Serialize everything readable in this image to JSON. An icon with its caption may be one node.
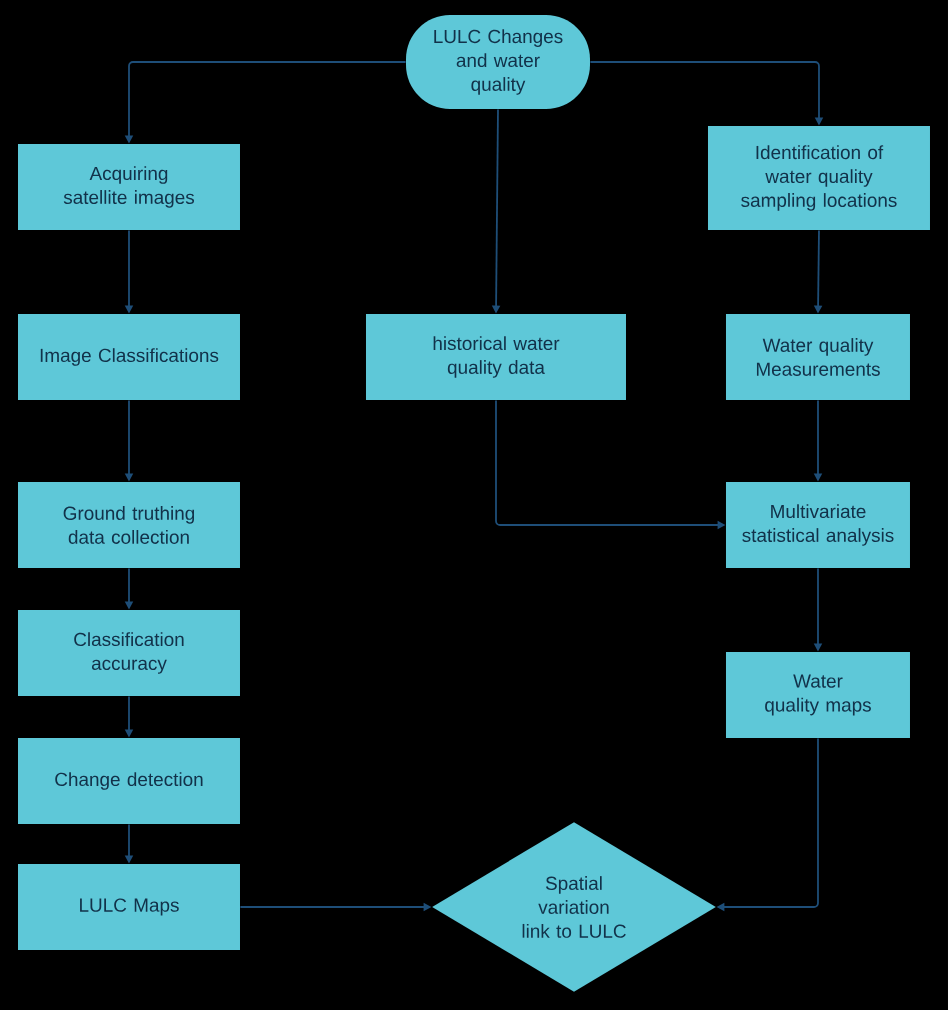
{
  "diagram": {
    "nodes": [
      {
        "text": [
          "LULC Changes and water quality"
        ]
      },
      {
        "text": [
          "Acquiring satellite images"
        ]
      },
      {
        "text": [
          "Image Classifications"
        ]
      },
      {
        "text": [
          "Ground truthing data collection"
        ]
      },
      {
        "text": [
          "Classification accuracy"
        ]
      },
      {
        "text": [
          "Change detection"
        ]
      },
      {
        "text": [
          "LULC Maps"
        ]
      },
      {
        "text": [
          "historical water quality data"
        ]
      },
      {
        "text": [
          "Identification of water quality sampling locations"
        ]
      },
      {
        "text": [
          "Water quality Measurements"
        ]
      },
      {
        "text": [
          "Multivariate statistical analysis"
        ]
      },
      {
        "text": [
          "Water quality maps"
        ]
      },
      {
        "text": [
          "Spatial variation link to LULC"
        ]
      }
    ],
    "edges": [
      {
        "from": 0,
        "to": 1,
        "arrow": "to"
      },
      {
        "from": 0,
        "to": 7,
        "arrow": "to"
      },
      {
        "from": 0,
        "to": 8,
        "arrow": "to"
      },
      {
        "from": 1,
        "to": 2,
        "arrow": "to"
      },
      {
        "from": 2,
        "to": 3,
        "arrow": "to"
      },
      {
        "from": 3,
        "to": 4,
        "arrow": "to"
      },
      {
        "from": 4,
        "to": 5,
        "arrow": "to"
      },
      {
        "from": 5,
        "to": 6,
        "arrow": "to"
      },
      {
        "from": 6,
        "to": 12,
        "arrow": "to"
      },
      {
        "from": 8,
        "to": 9,
        "arrow": "to"
      },
      {
        "from": 9,
        "to": 10,
        "arrow": "to"
      },
      {
        "from": 7,
        "to": 10,
        "arrow": "to"
      },
      {
        "from": 10,
        "to": 11,
        "arrow": "to"
      },
      {
        "from": 11,
        "to": 12,
        "arrow": "to"
      }
    ]
  }
}
